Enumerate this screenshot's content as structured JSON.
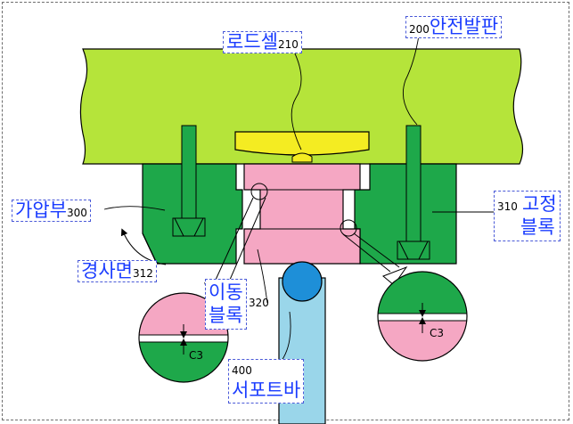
{
  "labels": {
    "loadcell": {
      "text": "로드셀",
      "num": "210"
    },
    "safety_plate": {
      "num": "200",
      "text": "안전발판"
    },
    "press_part": {
      "text": "가압부",
      "num": "300"
    },
    "fixed_block": {
      "num": "310",
      "line1": "고정",
      "line2": "블록"
    },
    "slope": {
      "text": "경사면",
      "num": "312"
    },
    "moving_block": {
      "line1": "이동",
      "num": "320",
      "line2": "블록"
    },
    "support_bar": {
      "num": "400",
      "text": "서포트바"
    },
    "gap_left": "C3",
    "gap_right": "C3"
  },
  "colors": {
    "safety_plate": "#b5e43a",
    "fixed_block": "#1ea84a",
    "moving_block": "#f5a7c3",
    "loadcell": "#f4ec22",
    "support_bar": "#9ad6ea",
    "ball": "#1e8fd8",
    "text": "#1a3cff"
  }
}
